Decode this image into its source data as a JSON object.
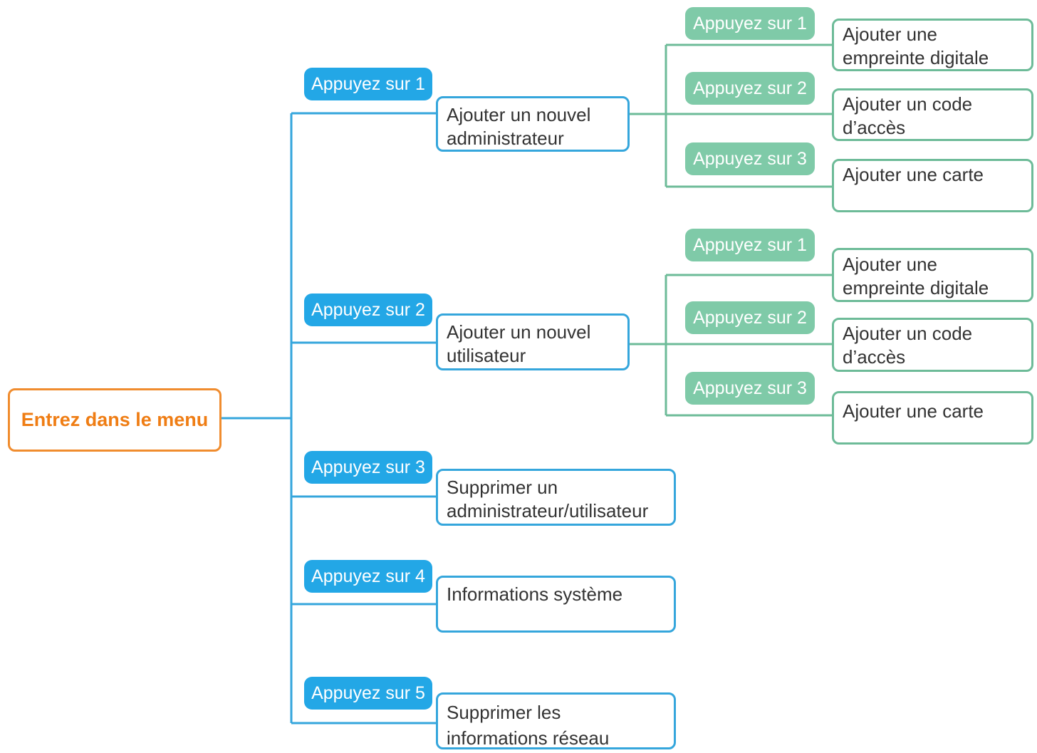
{
  "colors": {
    "root_border": "#f08c2e",
    "root_text": "#ef7d14",
    "level1_border": "#35a6dc",
    "level1_pill": "#23a7e6",
    "level2_border": "#6dbb98",
    "level2_pill": "#7fcaa8"
  },
  "root": {
    "label": "Entrez dans le menu"
  },
  "branches": [
    {
      "key": "Appuyez sur 1",
      "action_lines": [
        "Ajouter un nouvel",
        "administrateur"
      ],
      "children": [
        {
          "key": "Appuyez sur 1",
          "action_lines": [
            "Ajouter une",
            "empreinte digitale"
          ]
        },
        {
          "key": "Appuyez sur 2",
          "action_lines": [
            "Ajouter un code",
            "d’accès"
          ]
        },
        {
          "key": "Appuyez sur 3",
          "action_lines": [
            "Ajouter une carte"
          ]
        }
      ]
    },
    {
      "key": "Appuyez sur 2",
      "action_lines": [
        "Ajouter un nouvel",
        "utilisateur"
      ],
      "children": [
        {
          "key": "Appuyez sur 1",
          "action_lines": [
            "Ajouter une",
            "empreinte digitale"
          ]
        },
        {
          "key": "Appuyez sur 2",
          "action_lines": [
            "Ajouter un code",
            "d’accès"
          ]
        },
        {
          "key": "Appuyez sur 3",
          "action_lines": [
            "Ajouter une carte"
          ]
        }
      ]
    },
    {
      "key": "Appuyez sur 3",
      "action_lines": [
        "Supprimer un",
        "administrateur/utilisateur"
      ],
      "children": []
    },
    {
      "key": "Appuyez sur 4",
      "action_lines": [
        "Informations système"
      ],
      "children": []
    },
    {
      "key": "Appuyez sur 5",
      "action_lines": [
        "Supprimer les",
        "informations réseau"
      ],
      "children": []
    }
  ]
}
